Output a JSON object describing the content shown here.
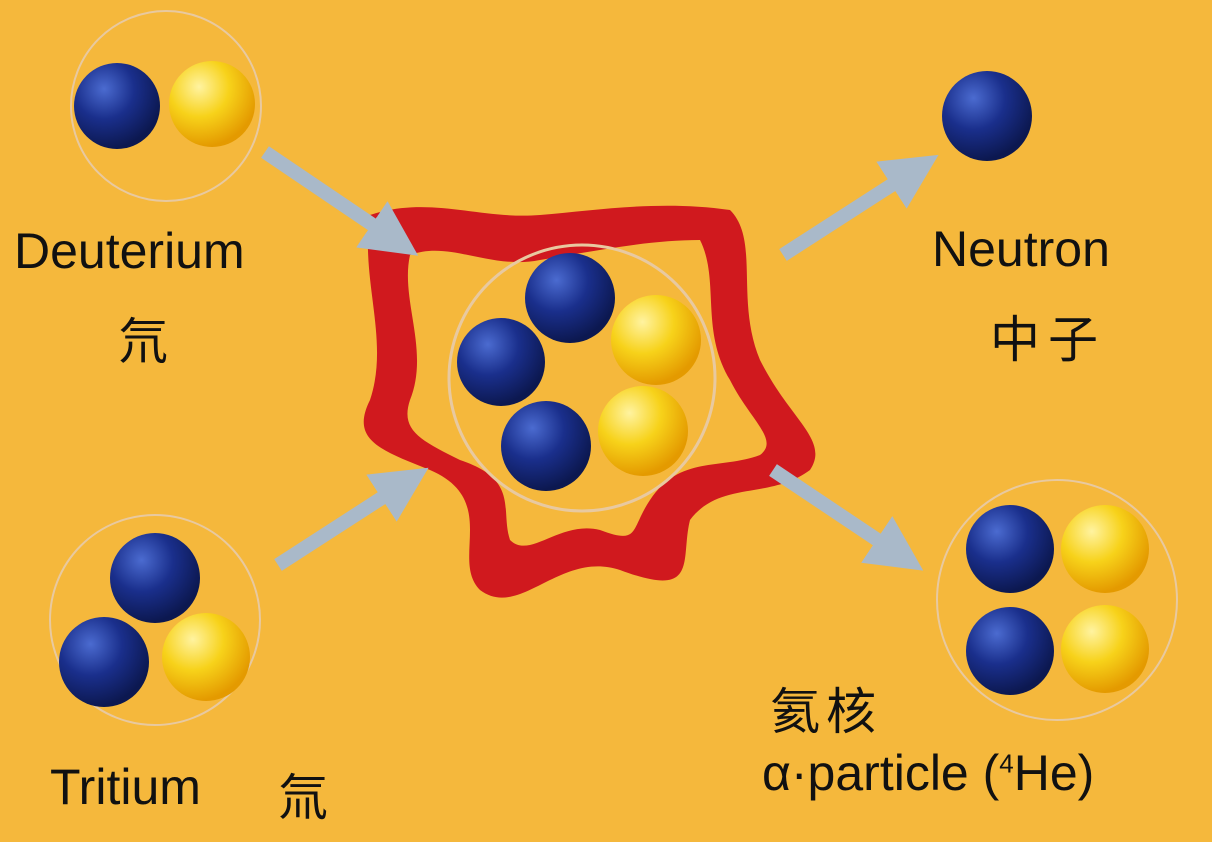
{
  "labels": {
    "deuterium": "Deuterium",
    "deuterium_cn": "氘",
    "tritium": "Tritium",
    "tritium_cn": "氚",
    "neutron": "Neutron",
    "neutron_cn": "中子",
    "helium_cn": "氦核",
    "alpha_particle": "α·particle (",
    "helium_sup": "4",
    "helium_symbol": "He)"
  },
  "colors": {
    "background": "#f5b83c",
    "neutron": "#1a2f8c",
    "proton": "#f7c81a",
    "energy_burst": "#d0191e",
    "arrow": "#a9b9c9"
  }
}
